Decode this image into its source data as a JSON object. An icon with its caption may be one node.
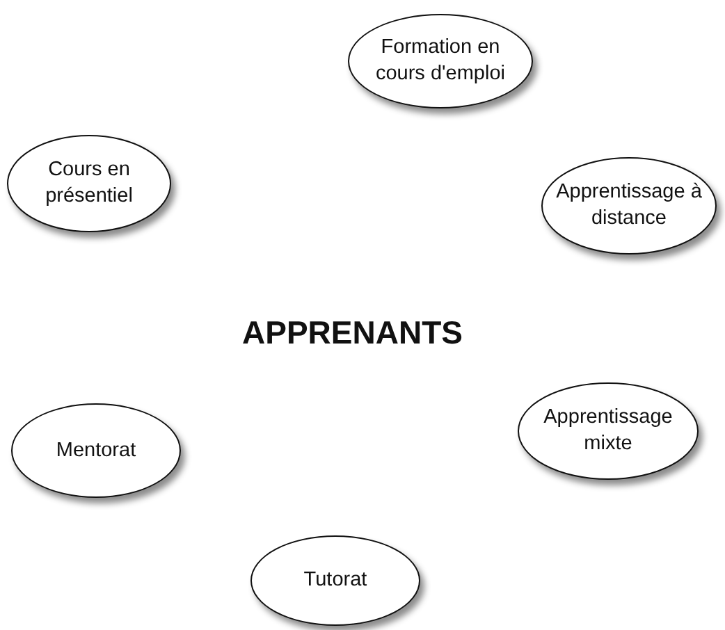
{
  "diagram": {
    "nodes": [
      {
        "text": [
          "Formation en cours d'emploi"
        ]
      },
      {
        "text": [
          "Cours en présentiel"
        ]
      },
      {
        "text": [
          "Apprentissage à distance"
        ]
      },
      {
        "text": [
          "Mentorat"
        ]
      },
      {
        "text": [
          "Apprentissage mixte"
        ]
      },
      {
        "text": [
          "Tutorat"
        ]
      }
    ],
    "labels": [
      "APPRENANTS"
    ]
  }
}
